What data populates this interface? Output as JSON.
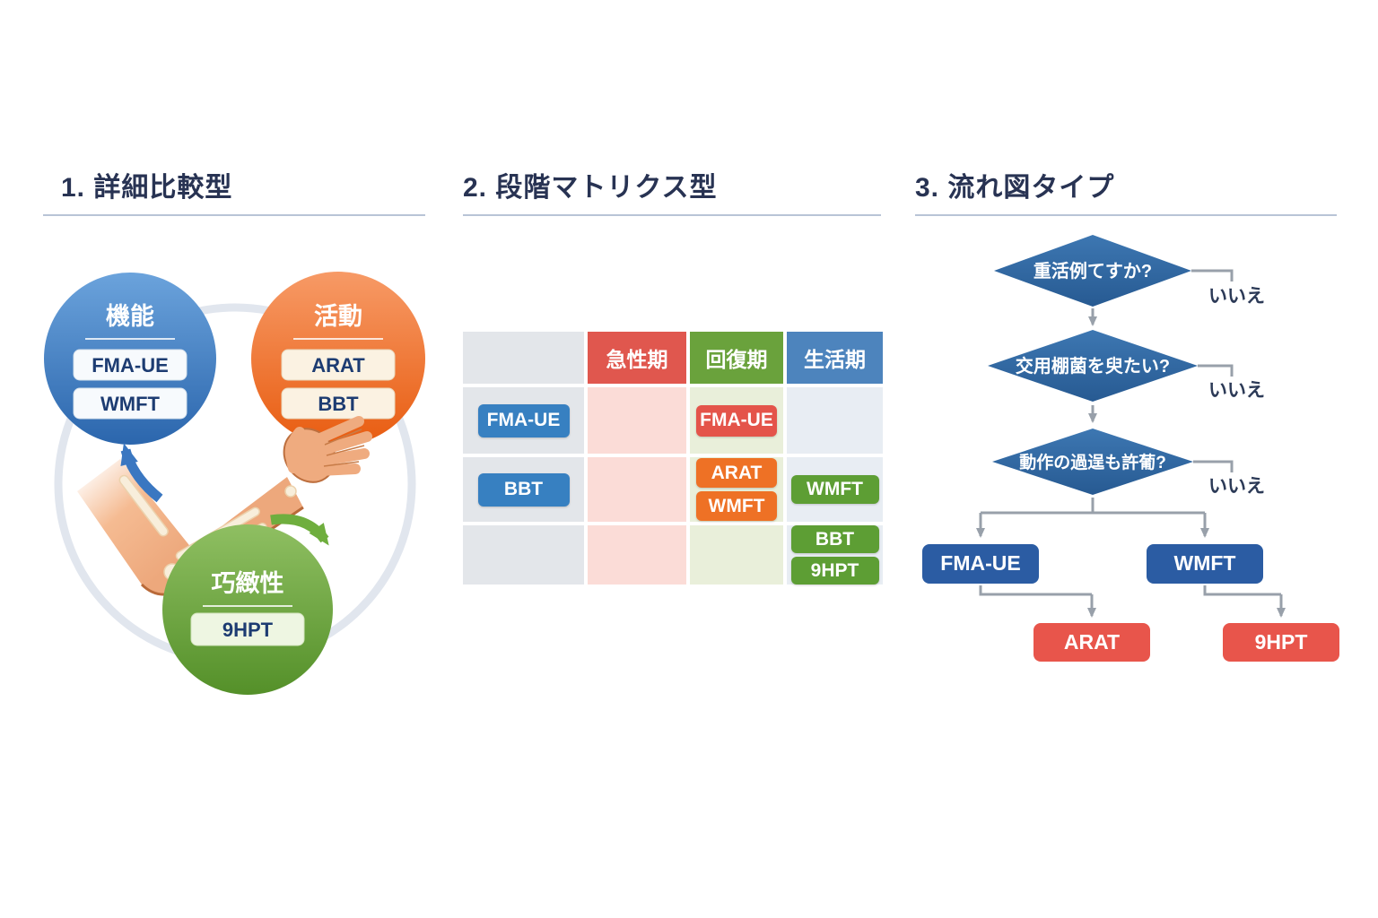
{
  "colors": {
    "panel_title": "#283353",
    "title_rule": "#b8c4d6",
    "circle_blue": "#2b66ad",
    "circle_orange": "#e85c10",
    "circle_green": "#549029",
    "matrix_header_acute": "#e0574e",
    "matrix_header_recovery": "#6aa23c",
    "matrix_header_life": "#4d84bd",
    "pill_blue": "#3780c1",
    "pill_red": "#e4544a",
    "pill_orange": "#ee7125",
    "pill_green": "#5d9e34",
    "flow_diamond": "#2e6aa5",
    "flow_box_blue": "#2b5ca3",
    "flow_box_red": "#e8554b",
    "connector_gray": "#98a0aa"
  },
  "p1": {
    "title": "1. 詳細比較型",
    "function_label": "機能",
    "function_test1": "FMA-UE",
    "function_test2": "WMFT",
    "activity_label": "活動",
    "activity_test1": "ARAT",
    "activity_test2": "BBT",
    "dexterity_label": "巧緻性",
    "dexterity_test1": "9HPT"
  },
  "p2": {
    "title": "2. 段階マトリクス型",
    "header_acute": "急性期",
    "header_recovery": "回復期",
    "header_life": "生活期",
    "row1_label": "FMA-UE",
    "row2_label": "BBT",
    "recovery_row1_pill": "FMA-UE",
    "recovery_row2_pill1": "ARAT",
    "recovery_row2_pill2": "WMFT",
    "life_row2_pill": "WMFT",
    "life_row3_pill1": "BBT",
    "life_row3_pill2": "9HPT"
  },
  "p3": {
    "title": "3. 流れ図タイプ",
    "decision1": "重活例てすか?",
    "decision2": "交用棚菌を臾たい?",
    "decision3": "動作の過逞も許葡?",
    "no_label1": "いいえ",
    "no_label2": "いいえ",
    "no_label3": "いいえ",
    "outcome_left": "FMA-UE",
    "outcome_right": "WMFT",
    "outcome_left2": "ARAT",
    "outcome_right2": "9HPT"
  }
}
